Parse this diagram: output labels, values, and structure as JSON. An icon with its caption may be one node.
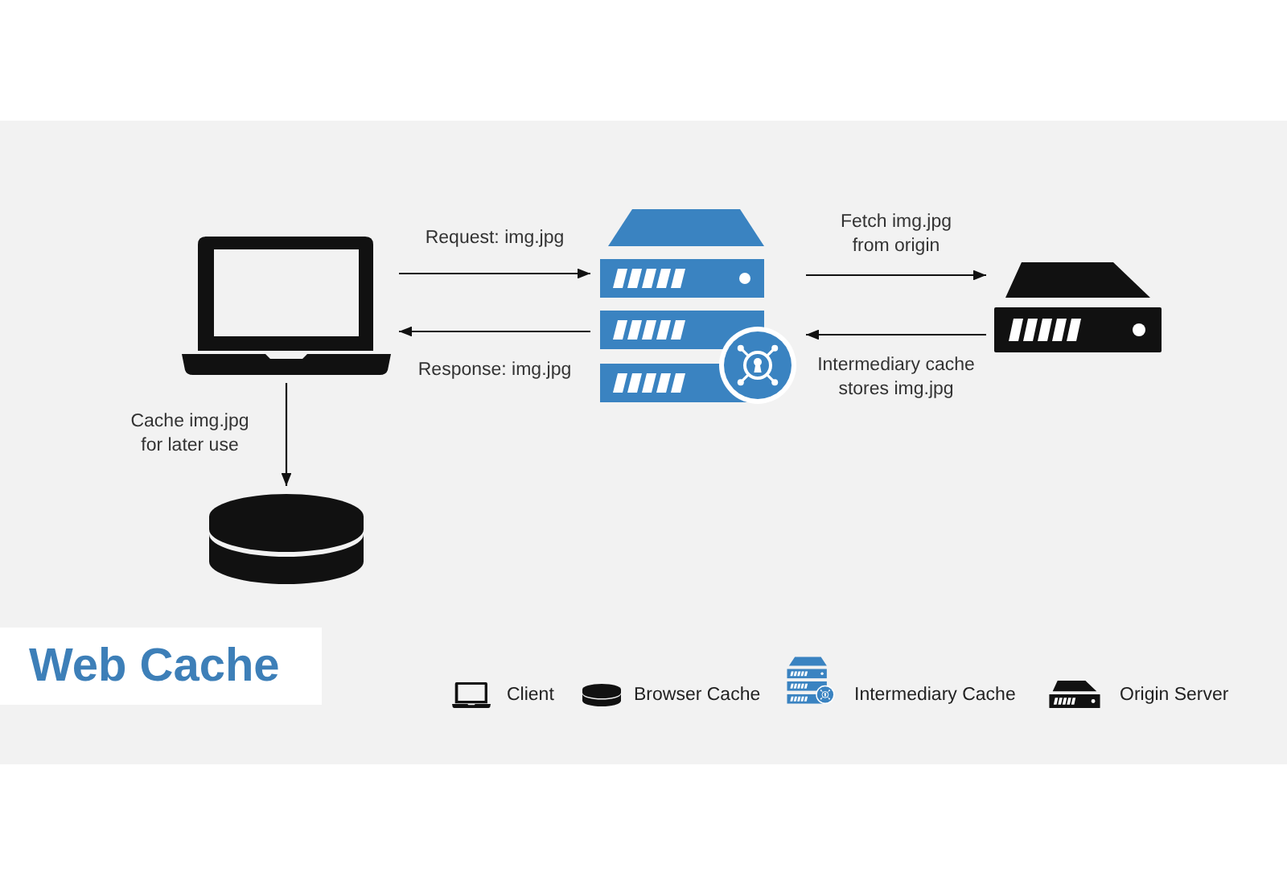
{
  "diagram": {
    "title": "Web Cache",
    "nodes": [
      {
        "text": [],
        "shape": "picture"
      },
      {
        "text": [],
        "shape": "picture"
      },
      {
        "text": [],
        "shape": "picture"
      },
      {
        "text": [],
        "shape": "picture"
      }
    ],
    "edges": [
      {
        "from": 0,
        "to": 1,
        "arrow": "to",
        "label": "Request: img.jpg"
      },
      {
        "from": 1,
        "to": 0,
        "arrow": "to",
        "label": "Response: img.jpg"
      },
      {
        "from": 1,
        "to": 2,
        "arrow": "to",
        "label": "Fetch img.jpg from origin"
      },
      {
        "from": 2,
        "to": 1,
        "arrow": "to",
        "label": "Intermediary cache stores img.jpg"
      },
      {
        "from": 0,
        "to": 3,
        "arrow": "to",
        "label": "Cache img.jpg for later use"
      }
    ],
    "legend": [
      {
        "text": "Client"
      },
      {
        "text": "Browser Cache"
      },
      {
        "text": "Intermediary Cache"
      },
      {
        "text": "Origin Server"
      }
    ]
  }
}
